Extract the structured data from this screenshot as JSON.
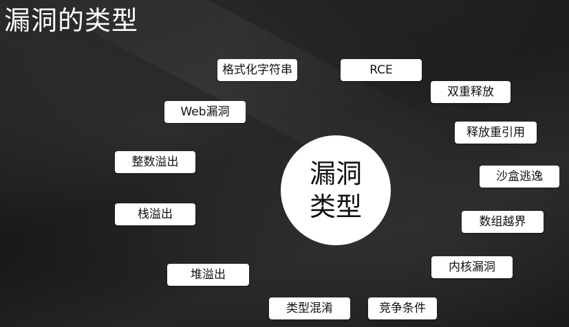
{
  "title": "漏洞的类型",
  "center": {
    "line1": "漏洞",
    "line2": "类型"
  },
  "nodes": [
    "格式化字符串",
    "RCE",
    "双重释放",
    "Web漏洞",
    "释放重引用",
    "整数溢出",
    "沙盒逃逸",
    "栈溢出",
    "数组越界",
    "内核漏洞",
    "堆溢出",
    "类型混淆",
    "竞争条件"
  ],
  "colors": {
    "background": "#1c1c1c",
    "node_fill": "#ffffff",
    "node_text": "#111111",
    "title_text": "#ffffff"
  }
}
